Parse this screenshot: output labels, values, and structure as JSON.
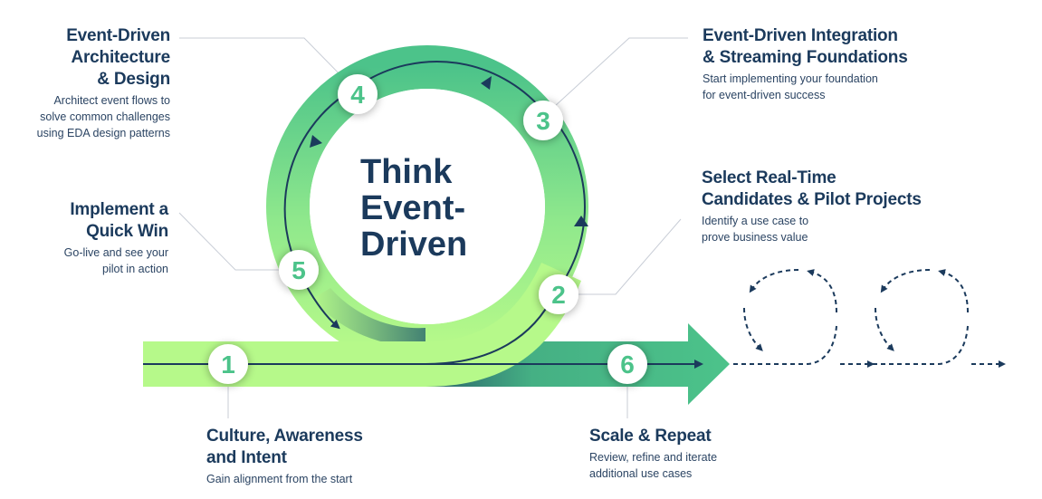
{
  "center_title": [
    "Think",
    "Event-",
    "Driven"
  ],
  "colors": {
    "navy": "#1b3a5c",
    "green_dark": "#4cc38a",
    "green_light": "#b6f98a",
    "number": "#4cc38a",
    "leader": "#c8cdd6"
  },
  "steps": [
    {
      "number": "1",
      "title": [
        "Culture, Awareness",
        "and Intent"
      ],
      "description": [
        "Gain alignment from the start"
      ]
    },
    {
      "number": "2",
      "title": [
        "Select Real-Time",
        "Candidates & Pilot Projects"
      ],
      "description": [
        "Identify a use case to",
        "prove business value"
      ]
    },
    {
      "number": "3",
      "title": [
        "Event-Driven Integration",
        "& Streaming Foundations"
      ],
      "description": [
        "Start implementing your foundation",
        "for event-driven success"
      ]
    },
    {
      "number": "4",
      "title": [
        "Event-Driven",
        "Architecture",
        "& Design"
      ],
      "description": [
        "Architect event flows to",
        "solve common challenges",
        "using EDA design patterns"
      ]
    },
    {
      "number": "5",
      "title": [
        "Implement a",
        "Quick Win"
      ],
      "description": [
        "Go-live and see your",
        "pilot in action"
      ]
    },
    {
      "number": "6",
      "title": [
        "Scale & Repeat"
      ],
      "description": [
        "Review, refine and iterate",
        "additional use cases"
      ]
    }
  ],
  "repeat_loops": 2
}
